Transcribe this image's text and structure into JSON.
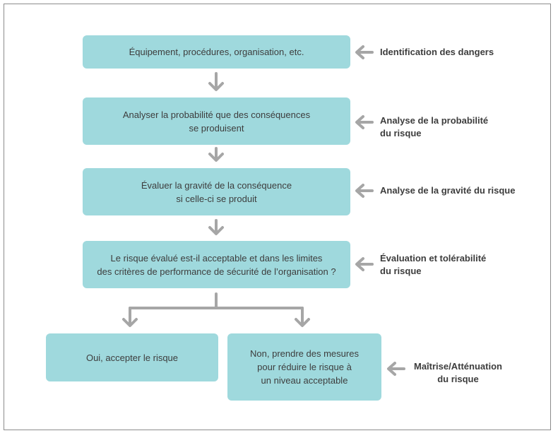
{
  "steps": [
    {
      "lines": [
        "Équipement, procédures, organisation, etc."
      ]
    },
    {
      "lines": [
        "Analyser la probabilité que des conséquences",
        "se produisent"
      ]
    },
    {
      "lines": [
        "Évaluer la gravité de la conséquence",
        "si celle-ci se produit"
      ]
    },
    {
      "lines": [
        "Le risque évalué est-il acceptable et dans les limites",
        "des critères de performance de sécurité de l’organisation ?"
      ]
    }
  ],
  "outcomes": {
    "yes": {
      "lines": [
        "Oui, accepter le risque"
      ]
    },
    "no": {
      "lines": [
        "Non, prendre des mesures",
        "pour réduire le risque à",
        "un niveau acceptable"
      ]
    }
  },
  "side_labels": {
    "identification": {
      "lines": [
        "Identification des dangers"
      ]
    },
    "probability": {
      "lines": [
        "Analyse de la probabilité",
        "du risque"
      ]
    },
    "severity": {
      "lines": [
        "Analyse de la gravité du risque"
      ]
    },
    "tolerability": {
      "lines": [
        "Évaluation et tolérabilité",
        "du risque"
      ]
    },
    "mitigation": {
      "lines": [
        "Maîtrise/Atténuation",
        "du risque"
      ]
    }
  },
  "colors": {
    "box_fill": "#9fd9dd",
    "arrow": "#a6a6a6",
    "text": "#3d3d3d",
    "frame": "#8c8c8c"
  }
}
